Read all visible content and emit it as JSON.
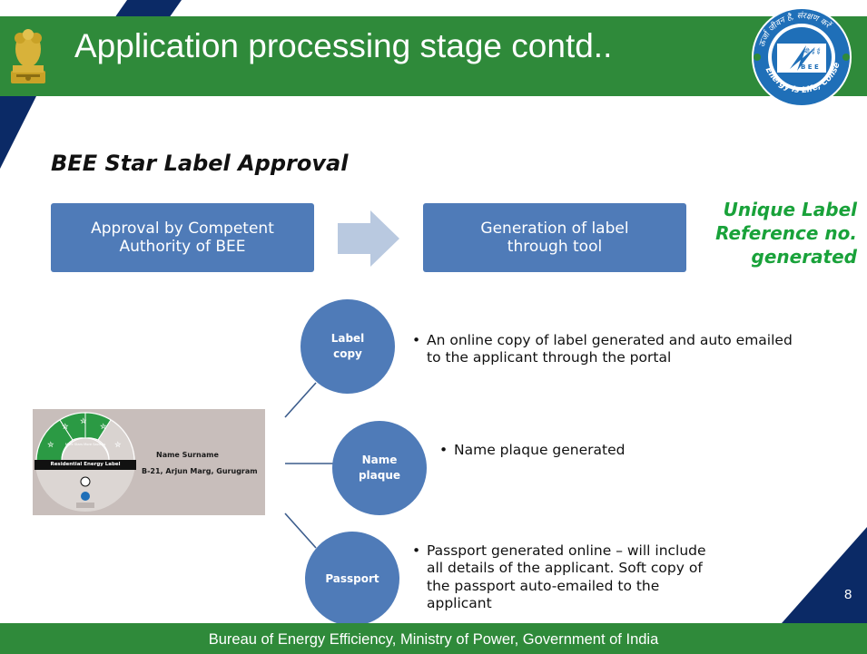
{
  "slide": {
    "title": "Application processing stage contd..",
    "subtitle": "BEE Star Label Approval",
    "page_number": "8",
    "footer": "Bureau of Energy Efficiency, Ministry of Power, Government of India"
  },
  "flow": {
    "step1": "Approval by Competent Authority of BEE",
    "step2": "Generation of label through tool",
    "result_line1": "Unique Label",
    "result_line2": "Reference no.",
    "result_line3": "generated"
  },
  "outputs": [
    {
      "circle": "Label copy",
      "bullet": "An online copy of label generated and auto emailed to the applicant through the portal"
    },
    {
      "circle": "Name plaque",
      "bullet": "Name plaque generated"
    },
    {
      "circle": "Passport",
      "bullet": "Passport generated online – will include all details of the applicant. Soft copy of the passport  auto-emailed to the applicant"
    }
  ],
  "label_image": {
    "name": "Name Surname",
    "address": "B-21, Arjun Marg, Gurugram",
    "residential": "Residential Energy Label",
    "stars_text": "More Stars More Savings"
  },
  "logo": {
    "text_top": "ऊर्जा जीवन है, संरक्षण करें",
    "text_bottom": "Energy is Life, Conserve it",
    "bee_hindi": "बी ई ई",
    "bee": "B E E"
  },
  "colors": {
    "header_green": "#2f8a3a",
    "navy": "#0b2a66",
    "box_blue": "#4f7bb8",
    "accent_green": "#19a23a"
  }
}
